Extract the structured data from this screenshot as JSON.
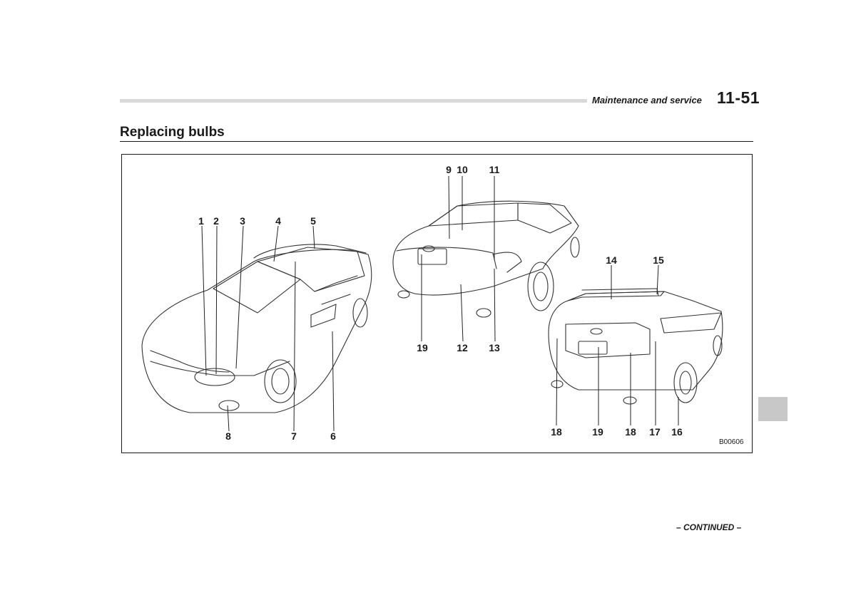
{
  "header": {
    "section": "Maintenance and service",
    "page": "11-51"
  },
  "title": "Replacing bulbs",
  "figure": {
    "code": "B00606",
    "callouts": [
      "1",
      "2",
      "3",
      "4",
      "5",
      "6",
      "7",
      "8",
      "9",
      "10",
      "11",
      "12",
      "13",
      "14",
      "15",
      "16",
      "17",
      "18",
      "19"
    ],
    "bottom_callouts": [
      "18",
      "19",
      "18",
      "17",
      "16"
    ]
  },
  "footer": {
    "continued": "– CONTINUED –"
  },
  "colors": {
    "tab": "#c8c8c8",
    "rule": "#d9d9d9",
    "ink": "#1a1a1a"
  }
}
